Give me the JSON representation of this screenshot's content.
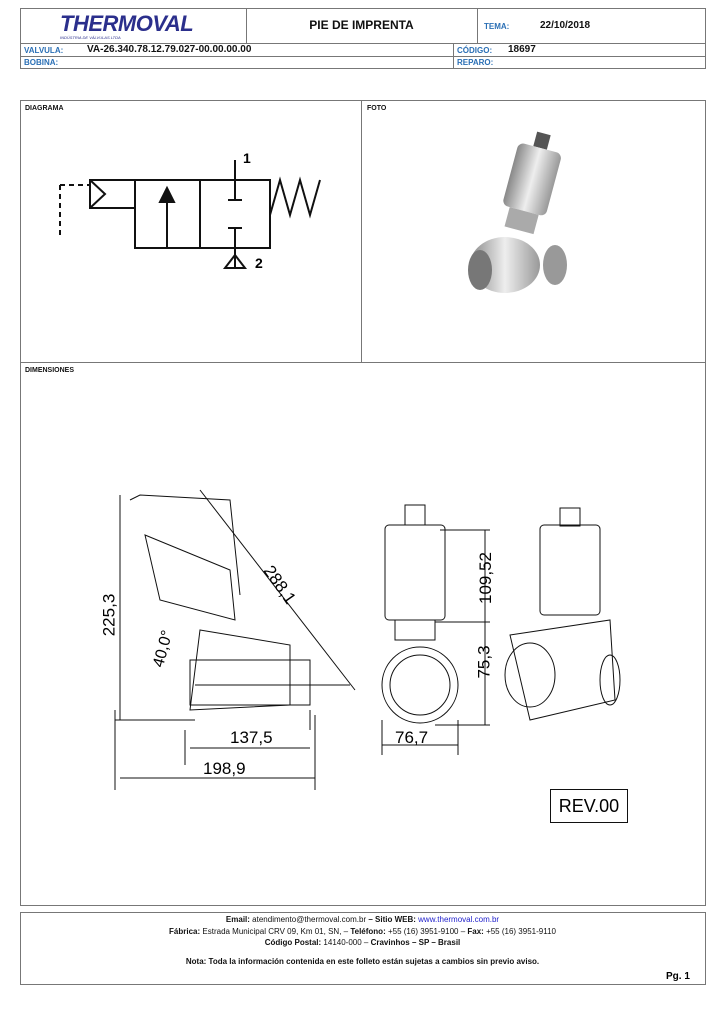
{
  "header": {
    "logo": "THERMOVAL",
    "logo_sub": "INDÚSTRIA DE VÁLVULAS LTDA",
    "title": "PIE DE IMPRENTA",
    "tema_label": "TEMA:",
    "tema_value": "22/10/2018",
    "valvula_label": "VALVULA:",
    "valvula_value": "VA-26.340.78.12.79.027-00.00.00.00",
    "codigo_label": "CÓDIGO:",
    "codigo_value": "18697",
    "bobina_label": "BOBINA:",
    "reparo_label": "REPARO:"
  },
  "sections": {
    "diagrama": "DIAGRAMA",
    "foto": "FOTO",
    "dimensiones": "DIMENSIONES"
  },
  "diagram": {
    "port1": "1",
    "port2": "2"
  },
  "dimensions": {
    "d1": "288,1",
    "d2": "225,3",
    "d3": "40,0°",
    "d4": "137,5",
    "d5": "198,9",
    "d6": "109,52",
    "d7": "75,3",
    "d8": "76,7",
    "rev": "REV.00"
  },
  "footer": {
    "email_label": "Email:",
    "email": "atendimento@thermoval.com.br",
    "web_label": "– Sitio WEB:",
    "web": "www.thermoval.com.br",
    "fabrica_label": "Fábrica:",
    "fabrica": "Estrada Municipal CRV 09, Km 01, SN, –",
    "tel_label": "Teléfono:",
    "tel": "+55 (16) 3951-9100 –",
    "fax_label": "Fax:",
    "fax": "+55 (16) 3951-9110",
    "cp_label": "Código Postal:",
    "cp": "14140-000 –",
    "city": "Cravinhos – SP – Brasil",
    "nota": "Nota: Toda la información contenida en este folleto están sujetas a cambios sin previo aviso.",
    "page": "Pg. 1"
  },
  "colors": {
    "brand": "#2b2f8c",
    "label": "#2a6fb5"
  }
}
